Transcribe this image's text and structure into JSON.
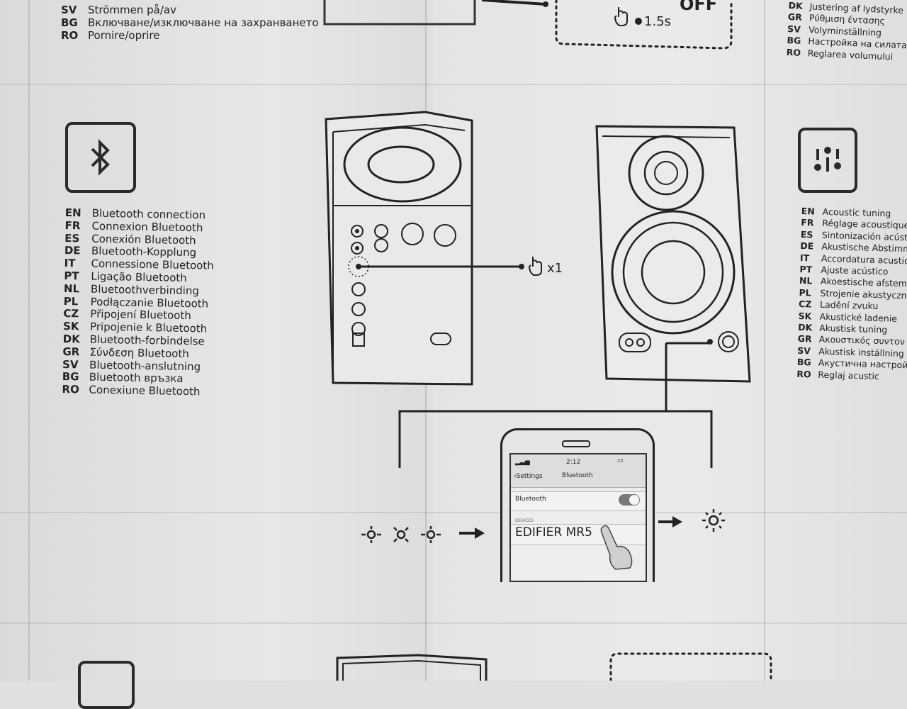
{
  "top_left": {
    "rows": [
      {
        "code": "SV",
        "text": "Strömmen på/av"
      },
      {
        "code": "BG",
        "text": "Включване/изключване на захранването"
      },
      {
        "code": "RO",
        "text": "Pornire/oprire"
      }
    ]
  },
  "top_center": {
    "off_label": "OFF",
    "press_time": "1.5s"
  },
  "top_right": {
    "rows": [
      {
        "code": "DK",
        "text": "Justering af lydstyrke"
      },
      {
        "code": "GR",
        "text": "Ρύθμιση έντασης"
      },
      {
        "code": "SV",
        "text": "Volyminställning"
      },
      {
        "code": "BG",
        "text": "Настройка на силата на з"
      },
      {
        "code": "RO",
        "text": "Reglarea volumului"
      }
    ]
  },
  "bluetooth_section": {
    "icon": "bluetooth-icon",
    "rows": [
      {
        "code": "EN",
        "text": "Bluetooth connection"
      },
      {
        "code": "FR",
        "text": "Connexion Bluetooth"
      },
      {
        "code": "ES",
        "text": "Conexión Bluetooth"
      },
      {
        "code": "DE",
        "text": "Bluetooth-Kopplung"
      },
      {
        "code": "IT",
        "text": "Connessione Bluetooth"
      },
      {
        "code": "PT",
        "text": "Ligação Bluetooth"
      },
      {
        "code": "NL",
        "text": "Bluetoothverbinding"
      },
      {
        "code": "PL",
        "text": "Podłączanie Bluetooth"
      },
      {
        "code": "CZ",
        "text": "Připojení Bluetooth"
      },
      {
        "code": "SK",
        "text": "Pripojenie k Bluetooth"
      },
      {
        "code": "DK",
        "text": "Bluetooth-forbindelse"
      },
      {
        "code": "GR",
        "text": "Σύνδεση Bluetooth"
      },
      {
        "code": "SV",
        "text": "Bluetooth-anslutning"
      },
      {
        "code": "BG",
        "text": "Bluetooth връзка"
      },
      {
        "code": "RO",
        "text": "Conexiune Bluetooth"
      }
    ]
  },
  "acoustic_section": {
    "icon": "equalizer-icon",
    "rows": [
      {
        "code": "EN",
        "text": "Acoustic tuning"
      },
      {
        "code": "FR",
        "text": "Réglage acoustique"
      },
      {
        "code": "ES",
        "text": "Sintonización acústica"
      },
      {
        "code": "DE",
        "text": "Akustische Abstimmu"
      },
      {
        "code": "IT",
        "text": "Accordatura acustica"
      },
      {
        "code": "PT",
        "text": "Ajuste acústico"
      },
      {
        "code": "NL",
        "text": "Akoestische afstemm"
      },
      {
        "code": "PL",
        "text": "Strojenie akustyczne"
      },
      {
        "code": "CZ",
        "text": "Ladění zvuku"
      },
      {
        "code": "SK",
        "text": "Akustické ladenie"
      },
      {
        "code": "DK",
        "text": "Akustisk tuning"
      },
      {
        "code": "GR",
        "text": "Ακουστικός συντον"
      },
      {
        "code": "SV",
        "text": "Akustisk inställning"
      },
      {
        "code": "BG",
        "text": "Акустична настрой"
      },
      {
        "code": "RO",
        "text": "Reglaj acustic"
      }
    ]
  },
  "diagram": {
    "press_count": "x1"
  },
  "phone": {
    "time": "2:12",
    "back_label": "Settings",
    "screen_title": "Bluetooth",
    "row_label": "Bluetooth",
    "devices_header": "DEVICES",
    "device_name": "EDIFIER MR5"
  }
}
